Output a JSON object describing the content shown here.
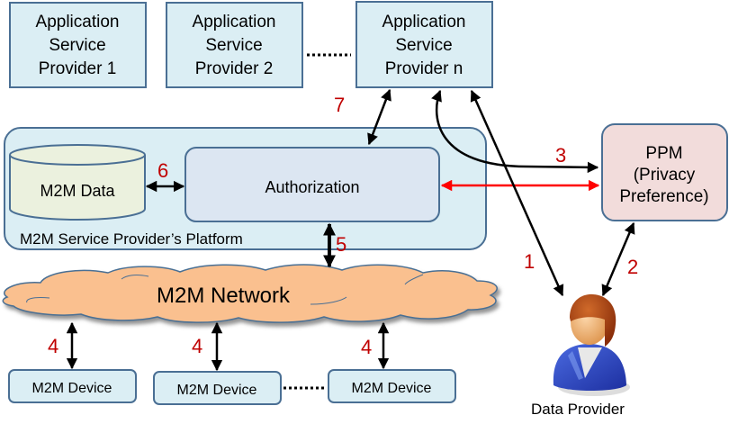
{
  "providers": [
    {
      "lines": [
        "Application",
        "Service",
        "Provider 1"
      ]
    },
    {
      "lines": [
        "Application",
        "Service",
        "Provider 2"
      ]
    },
    {
      "lines": [
        "Application",
        "Service",
        "Provider n"
      ]
    }
  ],
  "platform": {
    "label": "M2M Service Provider’s Platform",
    "data_store": "M2M Data",
    "authorization": "Authorization"
  },
  "ppm": {
    "lines": [
      "PPM",
      "(Privacy",
      "Preference)"
    ]
  },
  "network": {
    "label": "M2M Network"
  },
  "devices": [
    "M2M Device",
    "M2M Device",
    "M2M Device"
  ],
  "data_provider": {
    "label": "Data Provider"
  },
  "step_labels": {
    "s1": "1",
    "s2": "2",
    "s3": "3",
    "s4a": "4",
    "s4b": "4",
    "s4c": "4",
    "s5": "5",
    "s6": "6",
    "s7": "7"
  },
  "colors": {
    "box_fill": "#dbeef4",
    "box_stroke": "#4a6f94",
    "auth_fill": "#dce6f2",
    "ppm_fill": "#f2dcdb",
    "data_fill": "#ebf1de",
    "cloud_fill": "#fac08f",
    "step_red": "#c00000",
    "arrow_red": "#ff0000"
  }
}
